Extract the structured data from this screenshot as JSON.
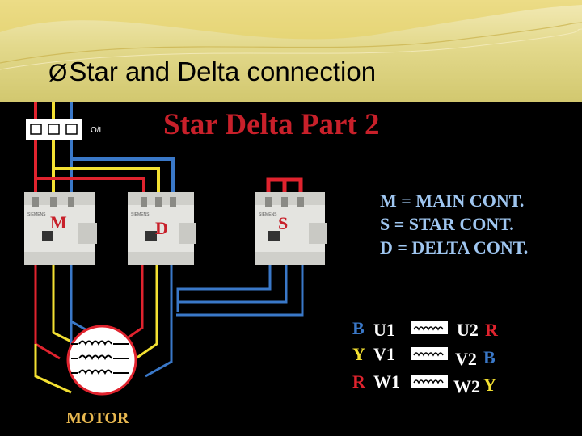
{
  "slide": {
    "title": "Star and Delta connection"
  },
  "diagram": {
    "heading": "Star Delta Part 2",
    "overload_label": "O/L",
    "contactors": [
      {
        "letter": "M",
        "brand": "SIEMENS"
      },
      {
        "letter": "D",
        "brand": "SIEMENS"
      },
      {
        "letter": "S",
        "brand": "SIEMENS"
      }
    ],
    "legend": [
      "M = MAIN CONT.",
      "S = STAR CONT.",
      "D = DELTA CONT."
    ],
    "windings": [
      {
        "left_phase": "B",
        "start": "U1",
        "end": "U2",
        "right_phase": "R"
      },
      {
        "left_phase": "Y",
        "start": "V1",
        "end": "V2",
        "right_phase": "B"
      },
      {
        "left_phase": "R",
        "start": "W1",
        "end": "W2",
        "right_phase": "Y"
      }
    ],
    "motor_label": "MOTOR",
    "colors": {
      "red": "#e0232e",
      "yellow": "#f3e032",
      "blue": "#3a78c8",
      "heading_red": "#c8202a",
      "legend_blue": "#9fc6f0",
      "motor_label": "#e8b850"
    }
  }
}
